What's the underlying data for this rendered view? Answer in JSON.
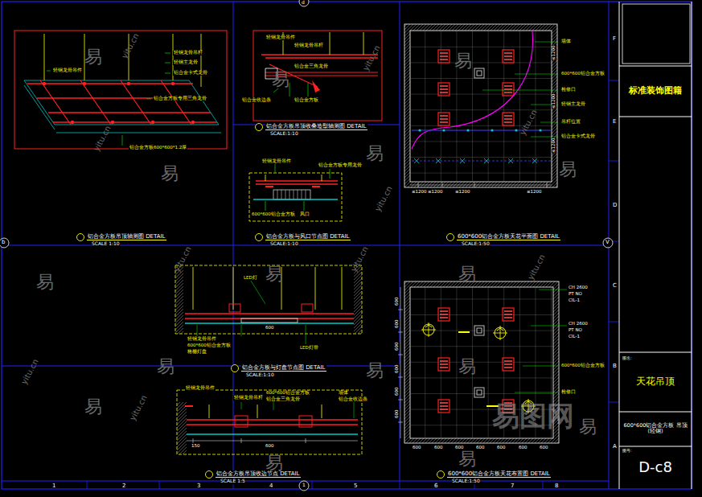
{
  "diagram": {
    "nodes": [
      {
        "text": [
          "铝合金方板吊顶轴测图 DETAIL",
          "SCALE 1:10"
        ]
      },
      {
        "text": [
          "铝合金方板吊顶收叠造型轴测图 DETAIL",
          "SCALE:1:10"
        ]
      },
      {
        "text": [
          "铝合金方板与风口节点图 DETAIL",
          "SCALE:1:10"
        ]
      },
      {
        "text": [
          "600*600铝合金方板天花平面图 DETAIL",
          "SCALE:1:50"
        ]
      },
      {
        "text": [
          "铝合金方板与灯盘节点图 DETAIL",
          "SCALE:1:10"
        ]
      },
      {
        "text": [
          "铝合金方板吊顶收边节点 DETAIL",
          "SCALE 1:5"
        ]
      },
      {
        "text": [
          "600*600铝合金方板天花布置图 DETAIL",
          "SCALE:1:50"
        ]
      },
      {
        "text": [
          "标准装饰图籍"
        ]
      },
      {
        "text": [
          "图名:",
          "天花吊顶"
        ]
      },
      {
        "text": [
          "600*600铝合金方板 吊顶(轻钢)"
        ]
      },
      {
        "text": [
          "图号:",
          "D-c8"
        ]
      }
    ],
    "labels": [
      "易",
      "易",
      "易",
      "易",
      "易",
      "易",
      "易",
      "易",
      "易",
      "易",
      "易",
      "易",
      "易",
      "易",
      "易",
      "易",
      "yitu.cn",
      "yitu.cn",
      "yitu.cn",
      "yitu.cn",
      "yitu.cn",
      "yitu.cn",
      "yitu.cn",
      "yitu.cn",
      "yitu.cn",
      "yitu.cn",
      "易图网",
      "d",
      "b",
      "V",
      "1",
      "1",
      "2",
      "3",
      "4",
      "5",
      "6",
      "7",
      "8",
      "F",
      "E",
      "D",
      "C",
      "B",
      "A",
      "≤1200",
      "≤1200",
      "≤1200",
      "≤1200",
      "≤1200",
      "≤1200",
      "≤1200",
      "600",
      "600",
      "600",
      "600",
      "600",
      "600",
      "600",
      "600",
      "600",
      "600",
      "600",
      "600",
      "600",
      "轻钢龙骨吊件",
      "轻钢龙骨吊杆",
      "轻钢主龙骨",
      "铝合金卡式龙骨",
      "铝合金方板专用三角龙骨",
      "铝合金方板600*600*1.2厚",
      "轻钢龙骨吊件",
      "轻钢龙骨吊杆",
      "铝合金三角龙骨",
      "铝合金收边条",
      "铝合金方板",
      "轻钢龙骨吊件",
      "铝合金方板专用龙骨",
      "600*600铝合金方板",
      "风口",
      "墙体",
      "600*600铝合金方板",
      "检修口",
      "轻钢主龙骨",
      "吊杆位置",
      "铝合金卡式龙骨",
      "CH 2600",
      "PT NO",
      "CIL-1",
      "CH 2600",
      "PT NO",
      "CIL-1",
      "600*600铝合金方板",
      "检修口",
      "LED灯",
      "轻钢龙骨吊件",
      "600*600铝合金方板",
      "格栅灯盘",
      "LED灯带",
      "600",
      "轻钢龙骨吊件",
      "轻钢龙骨吊杆",
      "600*600铝合金方板",
      "铝合金三角龙骨",
      "墙体",
      "铝合金收边条",
      "150",
      "600"
    ]
  }
}
